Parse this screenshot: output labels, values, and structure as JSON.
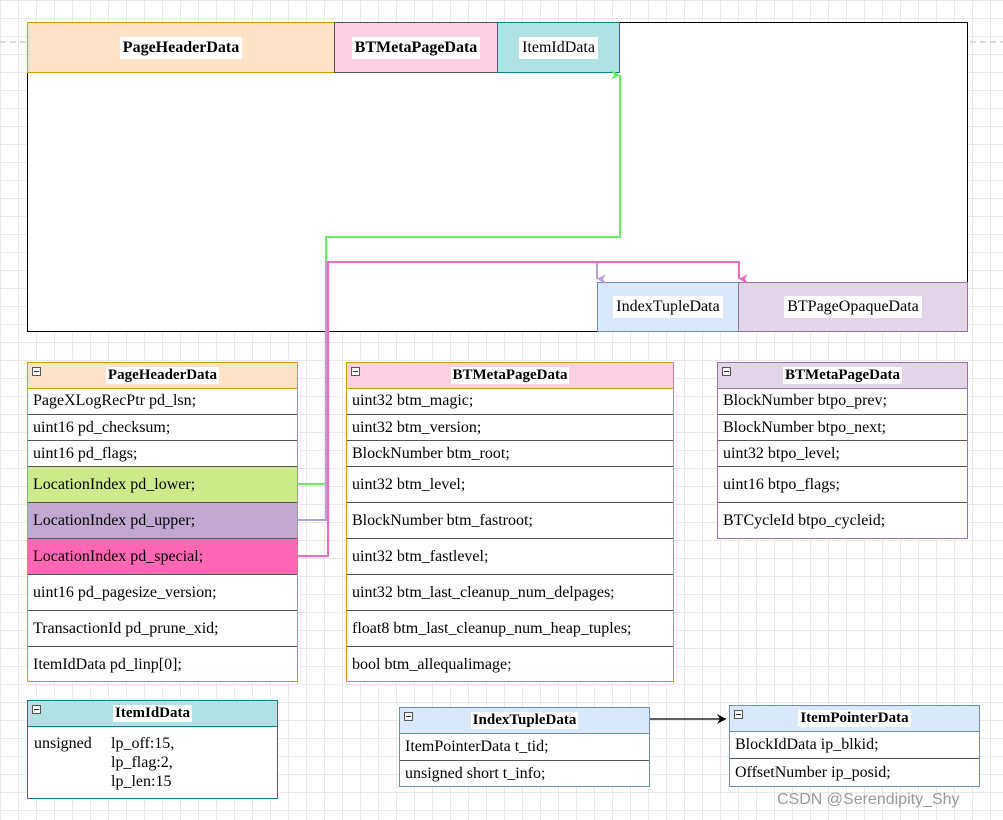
{
  "page_layout": {
    "header": "PageHeaderData",
    "meta": "BTMetaPageData",
    "itemid": "ItemIdData",
    "tuple": "IndexTupleData",
    "opaque": "BTPageOpaqueData"
  },
  "colors": {
    "page_header": "#fde3c8",
    "bt_meta": "#fccfe2",
    "itemid": "#b0e2e4",
    "tuple": "#dae8fb",
    "opaque": "#e1d5e7",
    "lower": "#cdeb8b",
    "upper": "#c0a8d0",
    "special": "#ff66b3",
    "line_green": "#66ee66",
    "line_purple": "#b7a2d6",
    "line_pink": "#f169c2"
  },
  "tables": {
    "page_header": {
      "title": "PageHeaderData",
      "rows": [
        "PageXLogRecPtr pd_lsn;",
        "uint16 pd_checksum;",
        "uint16 pd_flags;",
        "LocationIndex pd_lower;",
        "LocationIndex pd_upper;",
        "LocationIndex pd_special;",
        "uint16 pd_pagesize_version;",
        "TransactionId pd_prune_xid;",
        "ItemIdData pd_linp[0];"
      ]
    },
    "bt_meta": {
      "title": "BTMetaPageData",
      "rows": [
        "uint32 btm_magic;",
        "uint32 btm_version;",
        "BlockNumber btm_root;",
        "uint32 btm_level;",
        "BlockNumber btm_fastroot;",
        "uint32 btm_fastlevel;",
        "uint32 btm_last_cleanup_num_delpages;",
        "float8 btm_last_cleanup_num_heap_tuples;",
        "bool btm_allequalimage;"
      ]
    },
    "bt_opaque": {
      "title": "BTMetaPageData",
      "rows": [
        "BlockNumber btpo_prev;",
        "BlockNumber btpo_next;",
        "uint32 btpo_level;",
        "uint16 btpo_flags;",
        "BTCycleId btpo_cycleid;"
      ]
    },
    "itemid": {
      "title": "ItemIdData",
      "type": "unsigned",
      "fields": [
        "lp_off:15,",
        "lp_flag:2,",
        "lp_len:15"
      ]
    },
    "index_tuple": {
      "title": "IndexTupleData",
      "rows": [
        "ItemPointerData t_tid;",
        "unsigned short t_info;"
      ]
    },
    "item_pointer": {
      "title": "ItemPointerData",
      "rows": [
        "BlockIdData ip_blkid;",
        "OffsetNumber ip_posid;"
      ]
    }
  },
  "watermark": "CSDN @Serendipity_Shy"
}
